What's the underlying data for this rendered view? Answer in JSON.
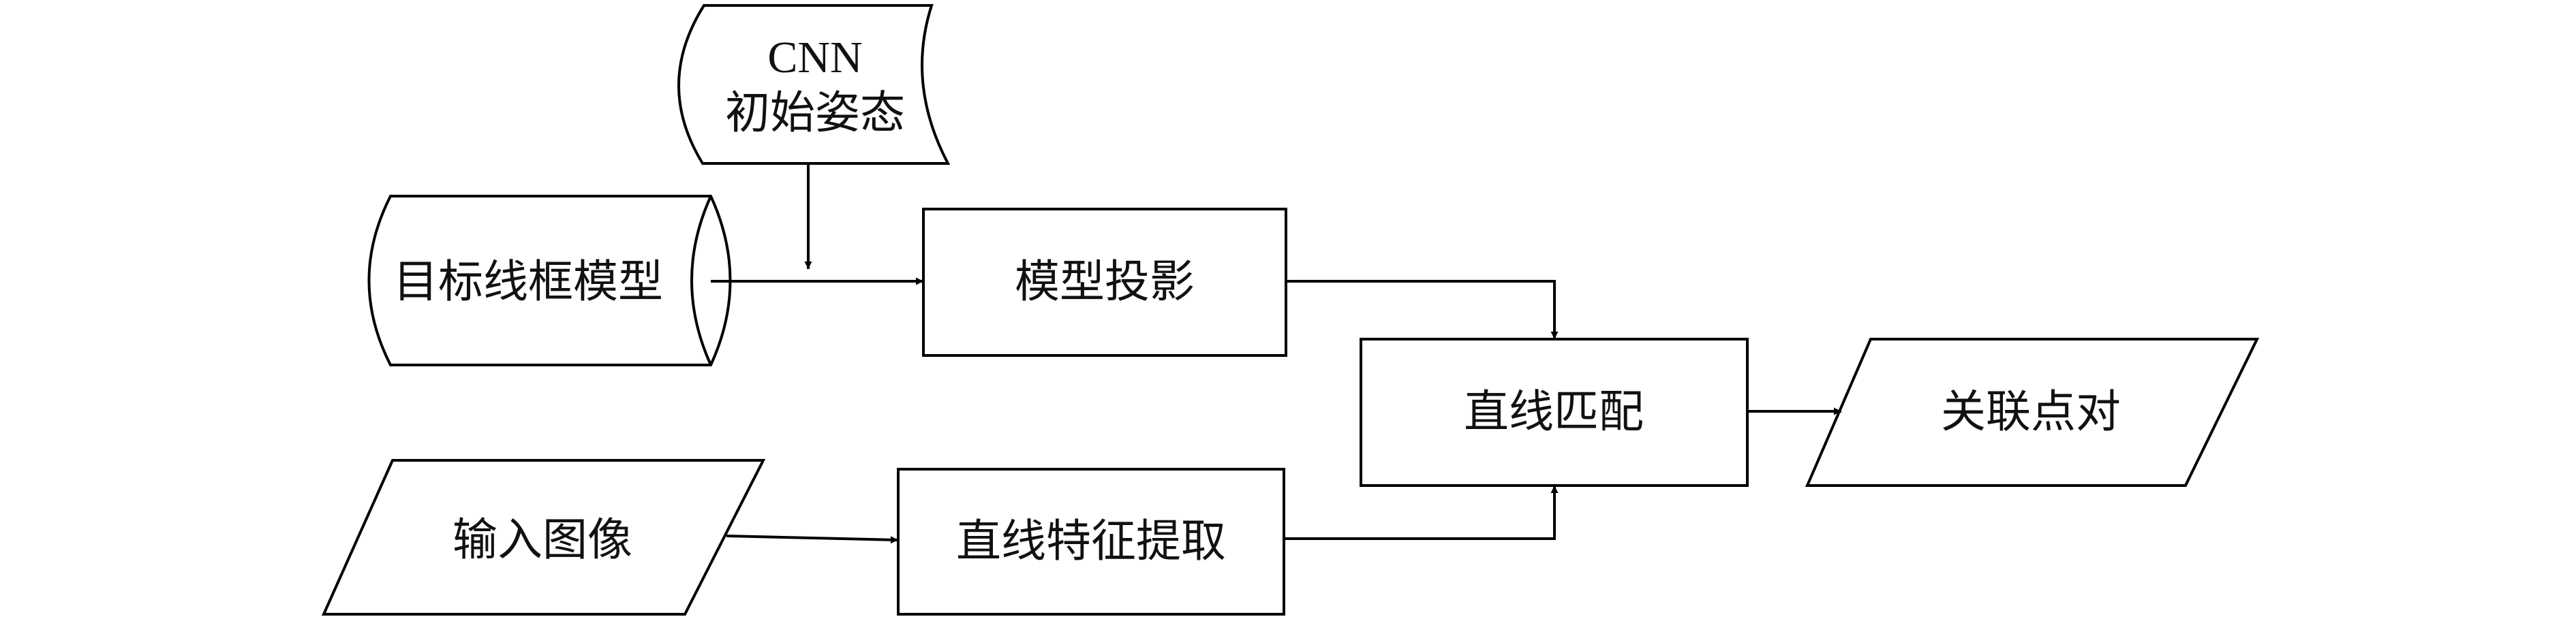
{
  "nodes": {
    "cnn_pose": {
      "line1": "CNN",
      "line2": "初始姿态"
    },
    "wireframe_model": {
      "label": "目标线框模型"
    },
    "model_projection": {
      "label": "模型投影"
    },
    "line_matching": {
      "label": "直线匹配"
    },
    "correspondence": {
      "label": "关联点对"
    },
    "input_image": {
      "label": "输入图像"
    },
    "line_extraction": {
      "label": "直线特征提取"
    }
  }
}
